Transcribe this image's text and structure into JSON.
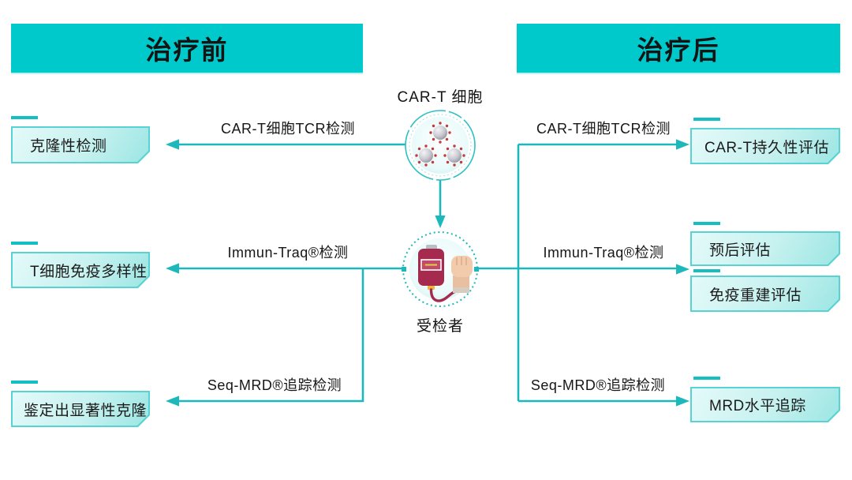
{
  "headers": {
    "pre": "治疗前",
    "post": "治疗后"
  },
  "center": {
    "car_t_label": "CAR-T 细胞",
    "subject_label": "受检者",
    "icons": [
      "cart-cells-icon",
      "blood-transfusion-icon"
    ]
  },
  "pre": {
    "rows": [
      {
        "test": "CAR-T细胞TCR检测",
        "result": "克隆性检测"
      },
      {
        "test": "Immun-Traq®检测",
        "result": "T细胞免疫多样性"
      },
      {
        "test": "Seq-MRD®追踪检测",
        "result": "鉴定出显著性克隆"
      }
    ]
  },
  "post": {
    "rows": [
      {
        "test": "CAR-T细胞TCR检测",
        "results": [
          "CAR-T持久性评估"
        ]
      },
      {
        "test": "Immun-Traq®检测",
        "results": [
          "预后评估",
          "免疫重建评估"
        ]
      },
      {
        "test": "Seq-MRD®追踪检测",
        "results": [
          "MRD水平追踪"
        ]
      }
    ]
  },
  "colors": {
    "header_teal": "#00c9cb",
    "line_teal": "#1cb8bb",
    "box_border_teal": "#58d2d2",
    "box_fill_light": "#e4faf9",
    "box_fill_dark": "#9ce6e4",
    "text_dark": "#161616",
    "blood_bag_red": "#a62a4e",
    "cell_gray": "#a8a8b0",
    "receptor_red": "#c43b3b"
  }
}
